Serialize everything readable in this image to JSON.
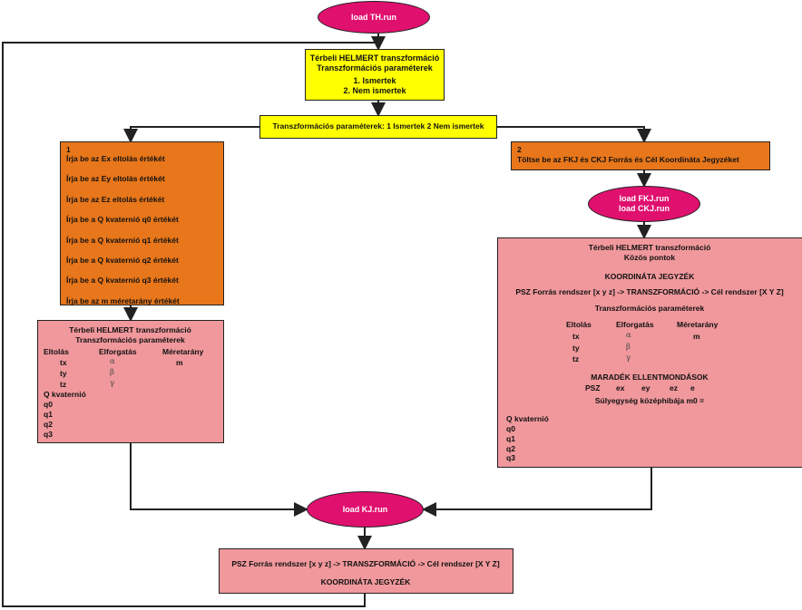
{
  "colors": {
    "ellipse": "#e0106f",
    "yellow_box": "#ffff00",
    "orange_box": "#e8761a",
    "pink_box": "#f0989c",
    "lines": "#222222"
  },
  "nodes": {
    "load_th": "load TH.run",
    "load_fkj_line1": "load FKJ.run",
    "load_fkj_line2": "load CKJ.run",
    "load_kj": "load KJ.run"
  },
  "top_box": {
    "title": "Térbeli HELMERT transzformáció",
    "subtitle": "Transzformációs paraméterek",
    "option1": "1. Ismertek",
    "option2": "2. Nem ismertek"
  },
  "decision": "Transzformációs paraméterek: 1 Ismertek 2 Nem ismertek",
  "left_input": {
    "number": "1",
    "lines": [
      "Írja be az Ex eltolás értékét",
      "Írja be az Ey eltolás értékét",
      "Írja be az Ez eltolás értékét",
      "Írja be a Q kvaternió q0 értékét",
      "Írja be a Q kvaternió q1 értékét",
      "Írja be a Q kvaternió q2 értékét",
      "Írja be a Q kvaternió q3 értékét",
      "Írja be az m méretarány értékét"
    ]
  },
  "right_input": {
    "number": "2",
    "text": "Töltse be az FKJ és CKJ Forrás és Cél Koordináta Jegyzéket"
  },
  "left_result": {
    "title": "Térbeli HELMERT transzformáció",
    "subtitle": "Transzformációs paraméterek",
    "headers": [
      "Eltolás",
      "Elforgatás",
      "Méretarány"
    ],
    "t": [
      "tx",
      "ty",
      "tz"
    ],
    "greek": [
      "α",
      "β",
      "γ"
    ],
    "m": "m",
    "q_label": "Q kvaternió",
    "q": [
      "q0",
      "q1",
      "q2",
      "q3"
    ]
  },
  "right_result": {
    "title": "Térbeli HELMERT transzformáció",
    "subtitle": "Közös pontok",
    "heading": "KOORDINÁTA JEGYZÉK",
    "psz_line": "PSZ Forrás rendszer [x y z] -> TRANSZFORMÁCIÓ -> Cél rendszer [X Y Z]",
    "params": "Transzformációs paraméterek",
    "headers": [
      "Eltolás",
      "Elforgatás",
      "Méretarány"
    ],
    "t": [
      "tx",
      "ty",
      "tz"
    ],
    "greek": [
      "α",
      "β",
      "γ"
    ],
    "m": "m",
    "residuals": "MARADÉK ELLENTMONDÁSOK",
    "res_cols": [
      "PSZ",
      "ex",
      "ey",
      "ez",
      "e"
    ],
    "weight": "Súlyegység középhibája m0 =",
    "q_label": "Q kvaternió",
    "q": [
      "q0",
      "q1",
      "q2",
      "q3"
    ]
  },
  "bottom_box": {
    "line1": "PSZ  Forrás rendszer [x y z] -> TRANSZFORMÁCIÓ -> Cél rendszer [X Y Z]",
    "line2": "KOORDINÁTA JEGYZÉK"
  }
}
